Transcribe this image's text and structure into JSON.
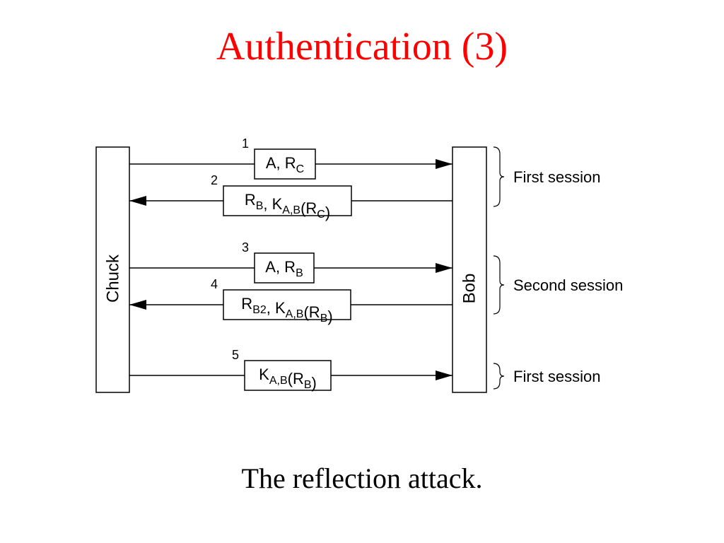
{
  "slide": {
    "title": "Authentication (3)",
    "caption": "The reflection attack.",
    "title_color": "#ff0000"
  },
  "parties": {
    "left": "Chuck",
    "right": "Bob"
  },
  "messages": [
    {
      "number": "1",
      "direction": "right",
      "parts": [
        {
          "t": "A, R"
        },
        {
          "t": "C",
          "sub": true
        }
      ]
    },
    {
      "number": "2",
      "direction": "left",
      "parts": [
        {
          "t": "R"
        },
        {
          "t": "B",
          "sub": true
        },
        {
          "t": ", K"
        },
        {
          "t": "A,B",
          "sub": true
        },
        {
          "t": "(R"
        },
        {
          "t": "C",
          "sub": true
        },
        {
          "t": ")"
        }
      ]
    },
    {
      "number": "3",
      "direction": "right",
      "parts": [
        {
          "t": "A, R"
        },
        {
          "t": "B",
          "sub": true
        }
      ]
    },
    {
      "number": "4",
      "direction": "left",
      "parts": [
        {
          "t": "R"
        },
        {
          "t": "B2",
          "sub": true
        },
        {
          "t": ", K"
        },
        {
          "t": "A,B",
          "sub": true
        },
        {
          "t": "(R"
        },
        {
          "t": "B",
          "sub": true
        },
        {
          "t": ")"
        }
      ]
    },
    {
      "number": "5",
      "direction": "right",
      "parts": [
        {
          "t": "K"
        },
        {
          "t": "A,B",
          "sub": true
        },
        {
          "t": "(R"
        },
        {
          "t": "B",
          "sub": true
        },
        {
          "t": ")"
        }
      ]
    }
  ],
  "sessions": [
    {
      "label": "First session",
      "messages": [
        "1",
        "2"
      ]
    },
    {
      "label": "Second session",
      "messages": [
        "3",
        "4"
      ]
    },
    {
      "label": "First session",
      "messages": [
        "5"
      ]
    }
  ]
}
